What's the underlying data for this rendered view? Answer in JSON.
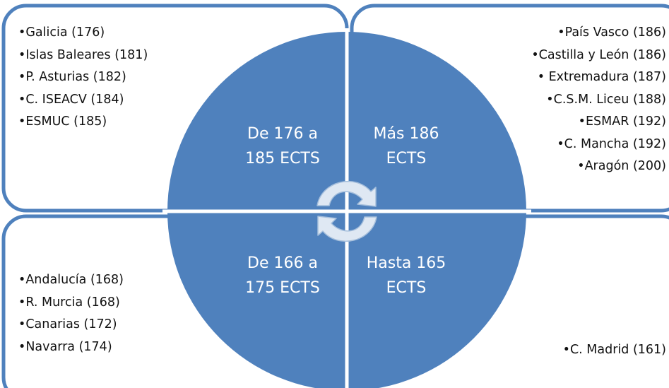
{
  "quadrants": {
    "top_left": {
      "label": "De 176 a\n185 ECTS",
      "items": [
        "Galicia (176)",
        "Islas Baleares (181)",
        "P. Asturias (182)",
        "C. ISEACV (184)",
        "ESMUC (185)"
      ]
    },
    "top_right": {
      "label": "Más 186\nECTS",
      "items": [
        "País Vasco (186)",
        "Castilla y León (186)",
        " Extremadura (187)",
        "C.S.M. Liceu (188)",
        "ESMAR (192)",
        "C. Mancha (192)",
        "Aragón (200)"
      ]
    },
    "bottom_left": {
      "label": "De 166 a\n175 ECTS",
      "items": [
        "Andalucía (168)",
        "R. Murcia (168)",
        "Canarias (172)",
        "Navarra (174)"
      ]
    },
    "bottom_right": {
      "label": "Hasta 165\nECTS",
      "items": [
        "C. Madrid (161)"
      ]
    }
  },
  "colors": {
    "border": "#4f81bd",
    "fill": "#4f81bd",
    "arrow_fill": "#dfe8f3",
    "arrow_stroke": "#a6bfdc"
  },
  "icons": [
    "cycle-arrow-top-icon",
    "cycle-arrow-bottom-icon"
  ]
}
